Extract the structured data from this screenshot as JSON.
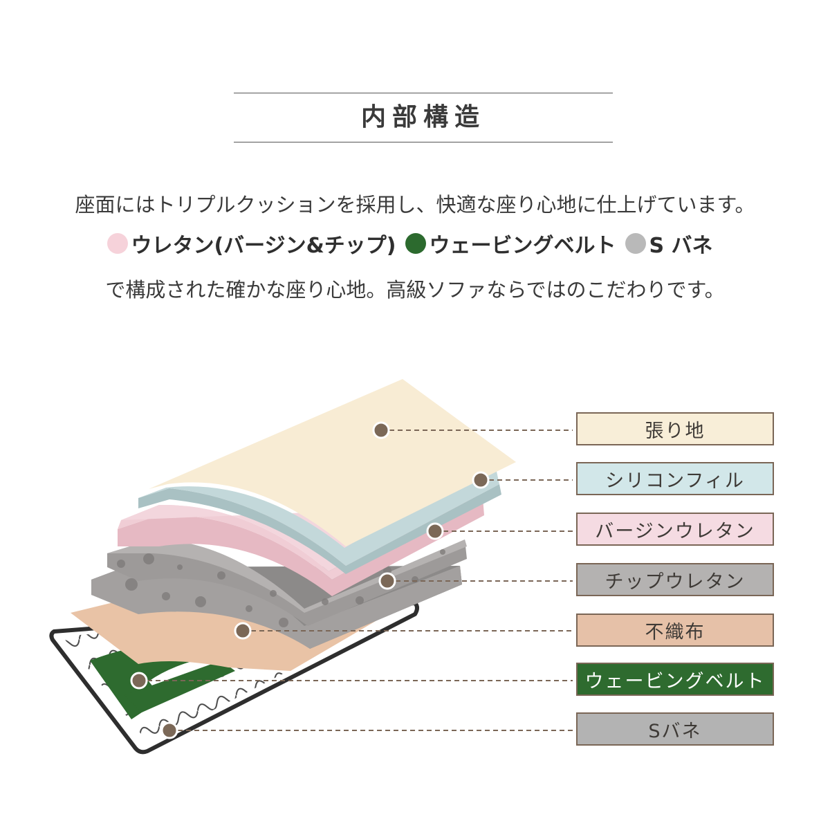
{
  "title": "内部構造",
  "intro": "座面にはトリプルクッションを採用し、快適な座り心地に仕上げています。",
  "legend": [
    {
      "label": "ウレタン(バージン&チップ)",
      "color": "#f6d2da"
    },
    {
      "label": "ウェービングベルト",
      "color": "#2c6a2e"
    },
    {
      "label": "S バネ",
      "color": "#b9b9b9"
    }
  ],
  "outro": "で構成された確かな座り心地。高級ソファならではのこだわりです。",
  "layers": [
    {
      "label": "張り地",
      "color": "#f8eed8",
      "text_color": "#3e3a36"
    },
    {
      "label": "シリコンフィル",
      "color": "#d2e7e9",
      "text_color": "#3e3a36"
    },
    {
      "label": "バージンウレタン",
      "color": "#f5dbe2",
      "text_color": "#3e3a36"
    },
    {
      "label": "チップウレタン",
      "color": "#b4b2b1",
      "text_color": "#3e3a36"
    },
    {
      "label": "不織布",
      "color": "#e6c1a8",
      "text_color": "#3e3a36"
    },
    {
      "label": "ウェービングベルト",
      "color": "#2e6b2f",
      "text_color": "#ffffff"
    },
    {
      "label": "Sバネ",
      "color": "#b3b3b3",
      "text_color": "#3e3a36"
    }
  ],
  "colors": {
    "leader": "#7a6656",
    "marker": "#7b6857"
  }
}
